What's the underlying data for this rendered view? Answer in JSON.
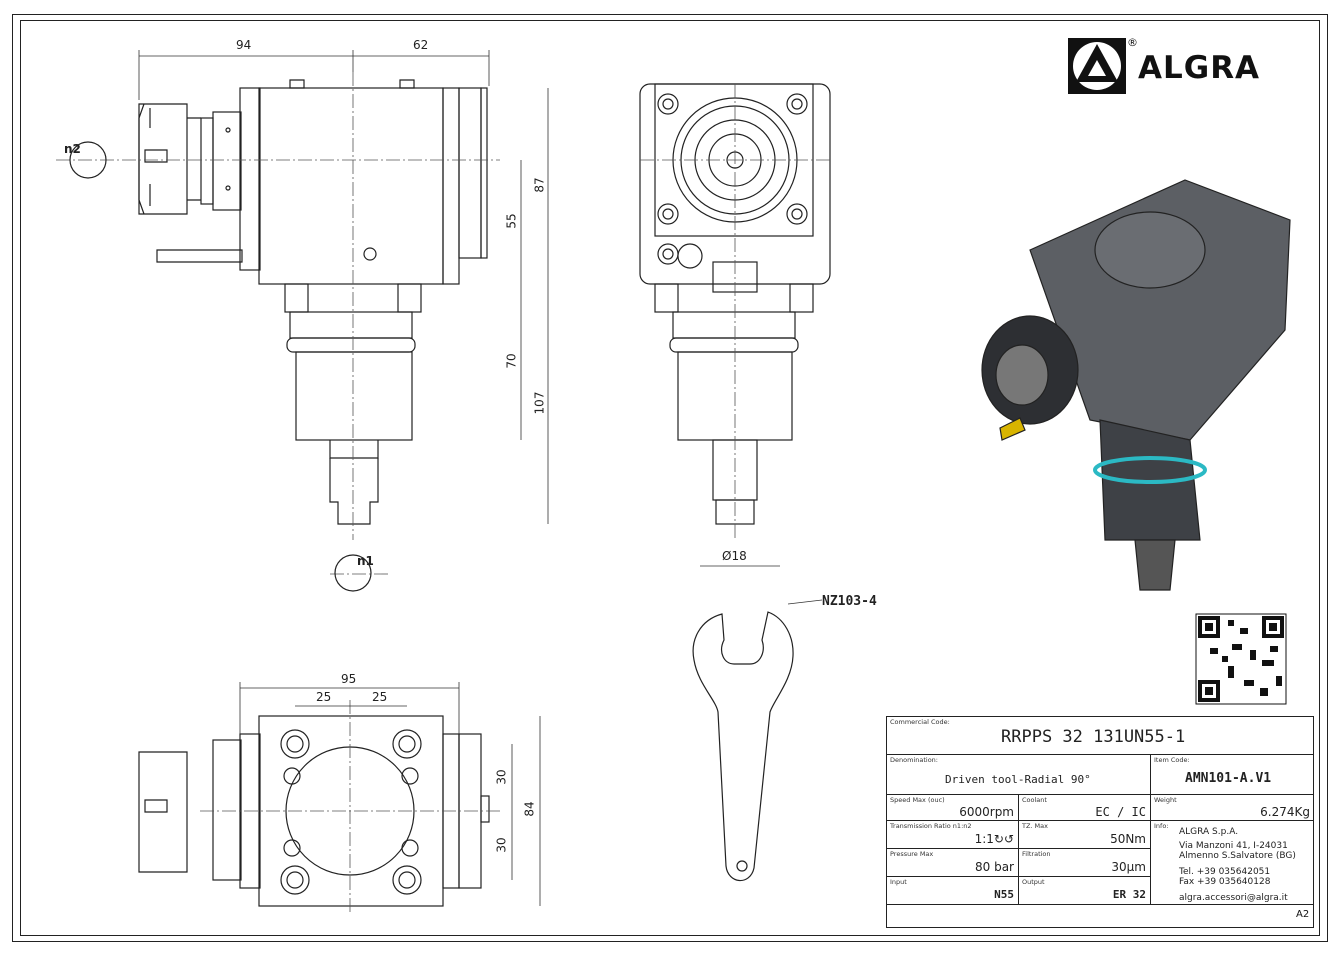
{
  "brand": {
    "name": "ALGRA",
    "registered": "®"
  },
  "dimensions": {
    "front_top_left": "94",
    "front_top_right": "62",
    "front_right_87": "87",
    "front_right_55": "55",
    "front_right_70": "70",
    "front_right_107": "107",
    "side_shank_dia": "Ø18",
    "bottom_width": "95",
    "bottom_half_left": "25",
    "bottom_half_right": "25",
    "bottom_right_30_top": "30",
    "bottom_right_30_bottom": "30",
    "bottom_right_84": "84"
  },
  "rotation_labels": {
    "n1": "n1",
    "n2": "n2"
  },
  "wrench_callout": "NZ103-4",
  "title_block": {
    "commercial_code_label": "Commercial Code:",
    "commercial_code": "RRPPS 32 131UN55-1",
    "denomination_label": "Denomination:",
    "denomination": "Driven tool-Radial 90°",
    "item_code_label": "Item Code:",
    "item_code": "AMN101-A.V1",
    "speed_label": "Speed Max (ouc)",
    "speed": "6000rpm",
    "coolant_label": "Coolant",
    "coolant": "EC / IC",
    "weight_label": "Weight",
    "weight": "6.274Kg",
    "ratio_label": "Transmission Ratio n1:n2",
    "ratio": "1:1↻↺",
    "torque_label": "TZ. Max",
    "torque": "50Nm",
    "info_label": "Info:",
    "info_company": "ALGRA S.p.A.",
    "info_address1": "Via Manzoni 41, I-24031",
    "info_address2": "Almenno S.Salvatore (BG)",
    "info_tel": "Tel. +39 035642051",
    "info_fax": "Fax +39 035640128",
    "info_email": "algra.accessori@algra.it",
    "pressure_label": "Pressure Max",
    "pressure": "80 bar",
    "filtration_label": "Filtration",
    "filtration": "30µm",
    "input_label": "Input",
    "input": "N55",
    "output_label": "Output",
    "output": "ER 32",
    "sheet_size": "A2"
  }
}
